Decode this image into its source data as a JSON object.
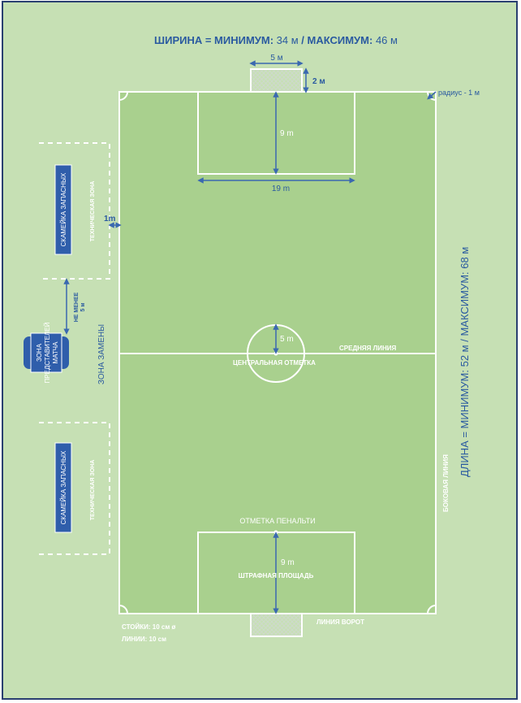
{
  "colors": {
    "outer_bg": "#c6e0b4",
    "field": "#a9d08e",
    "line": "#ffffff",
    "label_blue": "#2a5aa0",
    "box_blue": "#2f5eab",
    "arrow_blue": "#3a68b0",
    "frame": "#2a3f70"
  },
  "labels": {
    "width_title_prefix": "ШИРИНА = МИНИМУМ:",
    "width_title_min": "34 м",
    "width_title_mid": "/ МАКСИМУМ:",
    "width_title_max": "46 м",
    "length_title": "ДЛИНА = МИНИМУМ: 52 м / МАКСИМУМ: 68 м",
    "goal_width": "5 м",
    "goal_depth": "2 м",
    "corner_radius": "радиус - 1 м",
    "box_depth_top": "9 m",
    "box_width_top": "19 m",
    "technical_zone_distance": "1m",
    "center_circle_radius": "5 m",
    "halfway_line": "СРЕДНЯЯ ЛИНИЯ",
    "center_mark": "ЦЕНТРАЛЬНАЯ ОТМЕТКА",
    "substitution_zone": "ЗОНА ЗАМЕНЫ",
    "min_distance_line1": "НЕ МЕНЕЕ",
    "min_distance_line2": "5 м",
    "bench_top": "СКАМЕЙКА ЗАПАСНЫХ",
    "bench_bottom": "СКАМЕЙКА ЗАПАСНЫХ",
    "technical_zone_top": "ТЕХНИЧЕСКАЯ ЗОНА",
    "technical_zone_bottom": "ТЕХНИЧЕСКАЯ ЗОНА",
    "officials_line1": "ЗОНА",
    "officials_line2": "ПРЕДСТАВИТЕЛЕЙ",
    "officials_line3": "МАТЧА",
    "penalty_mark": "ОТМЕТКА ПЕНАЛЬТИ",
    "box_depth_bottom": "9 m",
    "penalty_area": "ШТРАФНАЯ ПЛОЩАДЬ",
    "touchline": "БОКОВАЯ ЛИНИЯ",
    "goal_line": "ЛИНИЯ ВОРОТ",
    "posts": "СТОЙКИ: 10 см ø",
    "lines": "ЛИНИИ: 10 см"
  }
}
